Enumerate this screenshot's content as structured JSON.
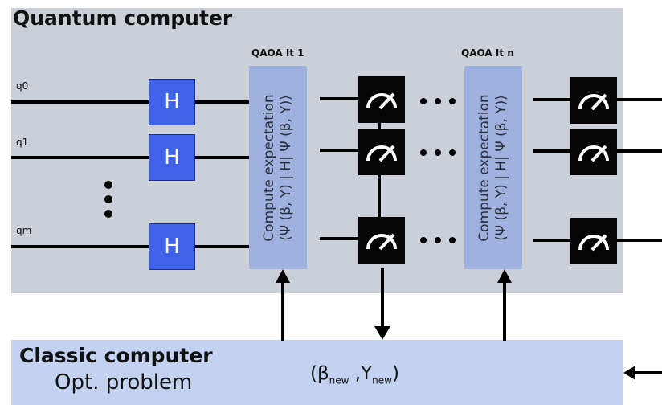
{
  "quantum": {
    "title": "Quantum computer",
    "qubits": [
      "q0",
      "q1",
      "qm"
    ],
    "iter_first": "QAOA It 1",
    "iter_last": "QAOA It n",
    "gate_label": "H",
    "expect_line1": "Compute expectation",
    "expect_line2": "⟨Ψ (β, Υ) | H| Ψ (β, Υ)⟩"
  },
  "classic": {
    "title": "Classic computer",
    "subtitle": "Opt. problem",
    "params_open": "(β",
    "params_beta_sub": "new",
    "params_sep": " ,Υ",
    "params_gamma_sub": "new",
    "params_close": ")"
  },
  "colors": {
    "quantum_bg": "#cbd0d8",
    "classic_bg": "#c4d2f1",
    "hadamard": "#3f62e8",
    "qaoa_block": "#9fb2df",
    "meter": "#050505"
  },
  "icons": [
    "measurement-meter-icon",
    "ellipsis-dots-icon",
    "vertical-ellipsis-icon",
    "arrow-icon"
  ]
}
